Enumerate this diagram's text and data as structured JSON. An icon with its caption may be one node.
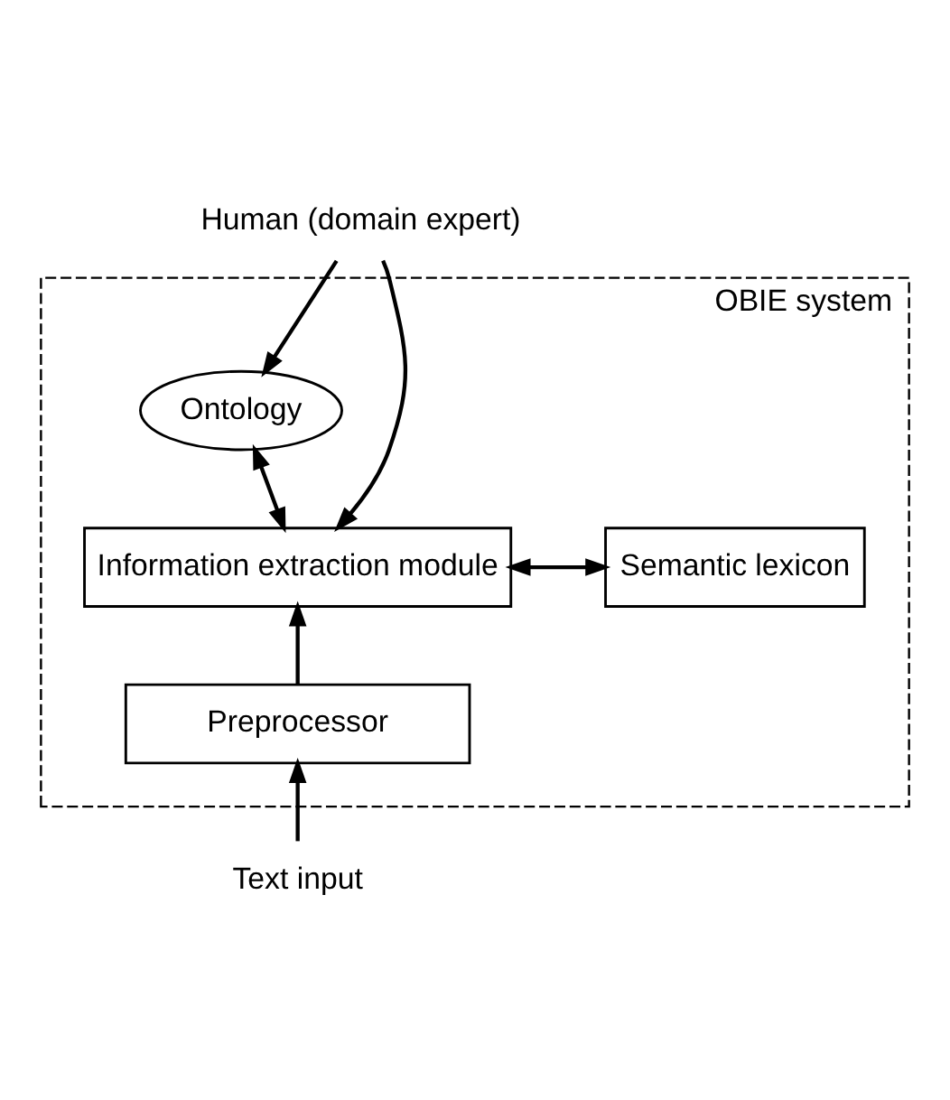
{
  "diagram": {
    "nodes": [
      {
        "text": [
          "Human (domain expert)"
        ]
      },
      {
        "text": [
          "OBIE system"
        ]
      },
      {
        "text": [
          "Ontology"
        ],
        "in": 1
      },
      {
        "text": [
          "Information extraction module"
        ],
        "in": 1
      },
      {
        "text": [
          "Semantic lexicon"
        ],
        "in": 1
      },
      {
        "text": [
          "Preprocessor"
        ],
        "in": 1
      },
      {
        "text": [
          "Text input"
        ]
      }
    ],
    "edges": [
      {
        "from": 0,
        "to": 3,
        "arrow": "to"
      },
      {
        "from": 0,
        "to": 2,
        "arrow": "to"
      },
      {
        "from": 3,
        "to": 2,
        "arrow": "both"
      },
      {
        "from": 3,
        "to": 4,
        "arrow": "both"
      },
      {
        "from": 5,
        "to": 3,
        "arrow": "to"
      },
      {
        "from": 6,
        "to": 5,
        "arrow": "to"
      }
    ]
  }
}
